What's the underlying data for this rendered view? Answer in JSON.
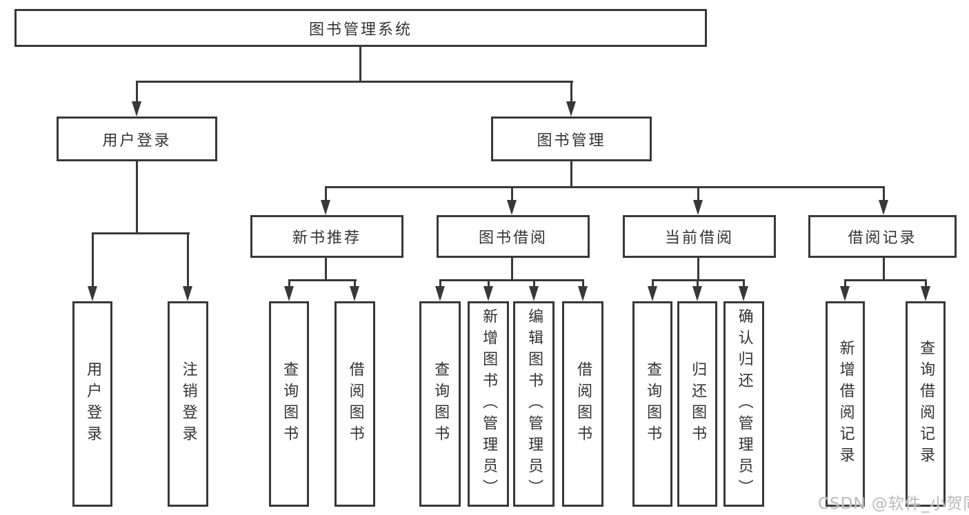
{
  "tree": {
    "root": "图书管理系统",
    "branches": [
      {
        "label": "用户登录",
        "leaves": [
          "用户登录",
          "注销登录"
        ]
      },
      {
        "label": "图书管理",
        "groups": [
          {
            "label": "新书推荐",
            "leaves": [
              "查询图书",
              "借阅图书"
            ]
          },
          {
            "label": "图书借阅",
            "leaves": [
              "查询图书",
              "新增图书（管理员）",
              "编辑图书（管理员）",
              "借阅图书"
            ]
          },
          {
            "label": "当前借阅",
            "leaves": [
              "查询图书",
              "归还图书",
              "确认归还（管理员）"
            ]
          },
          {
            "label": "借阅记录",
            "leaves": [
              "新增借阅记录",
              "查询借阅记录"
            ]
          }
        ]
      }
    ]
  },
  "watermark": "CSDN @软件_小贺同学",
  "colors": {
    "line": "#383838",
    "text": "#333333",
    "background": "#ffffff",
    "watermark": "#b9b9b9"
  }
}
